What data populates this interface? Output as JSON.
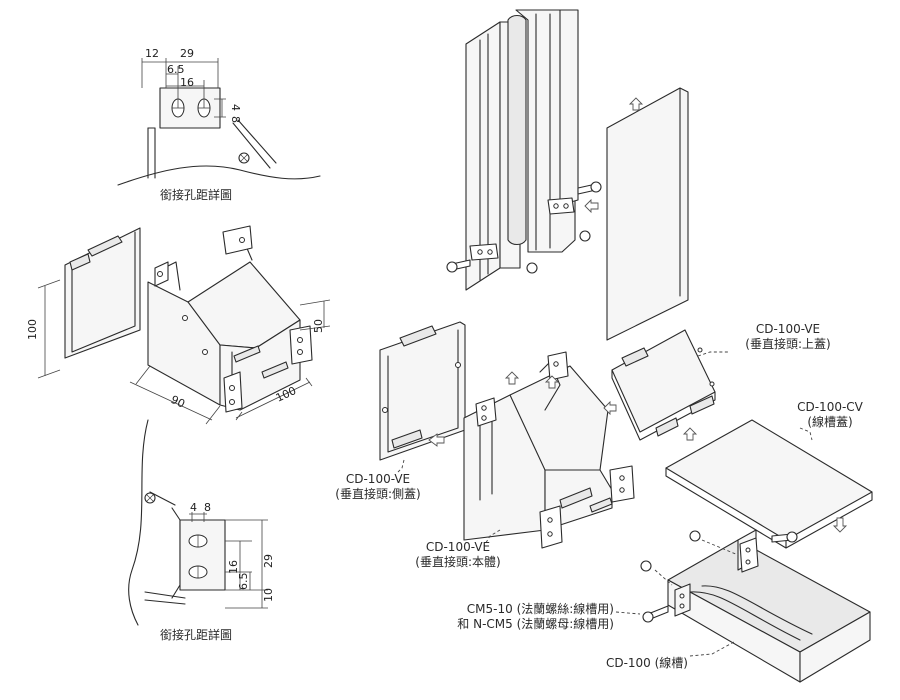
{
  "top_detail": {
    "caption": "銜接孔距詳圖",
    "dims": {
      "a": "12",
      "b": "29",
      "c": "6.5",
      "d": "16",
      "e": "4",
      "f": "8"
    }
  },
  "left_assembly": {
    "dims": {
      "height": "100",
      "depth": "90",
      "width": "100",
      "side": "50"
    }
  },
  "bottom_detail": {
    "caption": "銜接孔距詳圖",
    "dims": {
      "a": "4",
      "b": "8",
      "c": "16",
      "d": "6.5",
      "e": "29",
      "f": "10"
    }
  },
  "labels": {
    "top_cover": {
      "code": "CD-100-VE",
      "name": "(垂直接頭:上蓋)"
    },
    "trough_cover": {
      "code": "CD-100-CV",
      "name": "(線槽蓋)"
    },
    "side_cover": {
      "code": "CD-100-VE",
      "name": "(垂直接頭:側蓋)"
    },
    "body": {
      "code": "CD-100-VE",
      "name": "(垂直接頭:本體)"
    },
    "hardware_line1": "CM5-10 (法蘭螺絲:線槽用)",
    "hardware_line2": "和 N-CM5 (法蘭螺母:線槽用)",
    "trough": "CD-100 (線槽)"
  },
  "icons": [
    "screw-icon",
    "nut-icon",
    "arrow-icon"
  ]
}
